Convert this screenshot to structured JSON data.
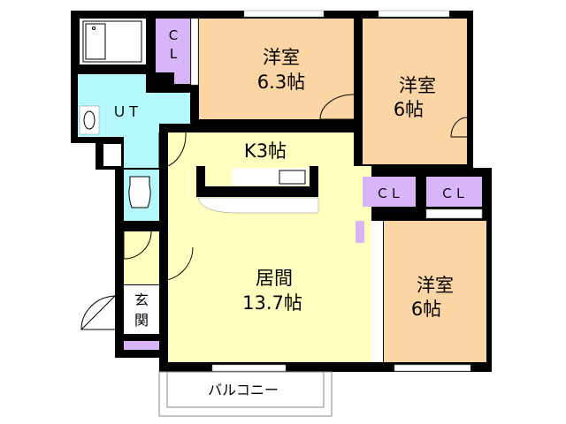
{
  "colors": {
    "wall": "#000000",
    "western_room": "#fcd5a4",
    "living": "#ffffc0",
    "wet_area": "#b4f8fc",
    "closet": "#d8b4f8",
    "fixture": "#ffffff"
  },
  "rooms": {
    "western_1": {
      "name": "洋室",
      "size": "6.3帖"
    },
    "western_2": {
      "name": "洋室",
      "size": "6帖"
    },
    "western_3": {
      "name": "洋室",
      "size": "6帖"
    },
    "kitchen": {
      "name": "K3帖"
    },
    "living": {
      "name": "居間",
      "size": "13.7帖"
    },
    "utility": {
      "name": "ＵＴ"
    },
    "closet_1": {
      "name_line1": "C",
      "name_line2": "L"
    },
    "closet_2": {
      "name": "ＣＬ"
    },
    "closet_3": {
      "name": "ＣＬ"
    },
    "entrance": {
      "name_line1": "玄",
      "name_line2": "関"
    },
    "balcony": {
      "name": "バルコニー"
    }
  }
}
